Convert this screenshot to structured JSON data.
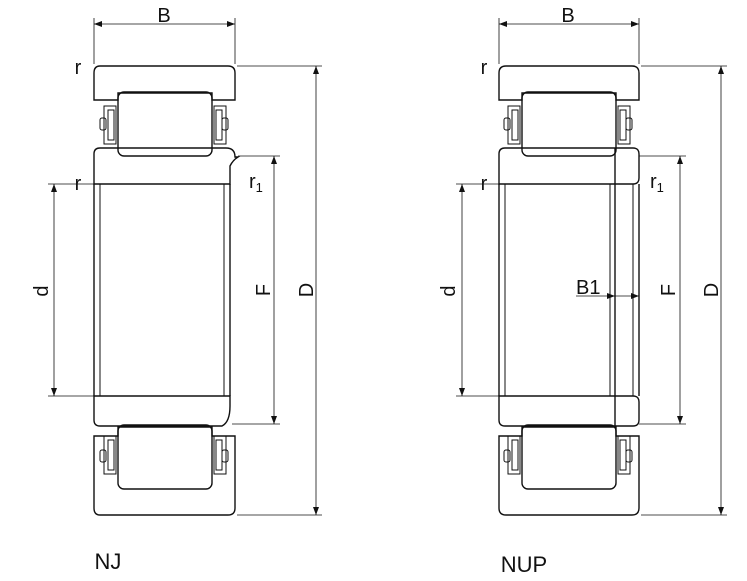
{
  "diagram": {
    "left": {
      "designation": "NJ",
      "labels": {
        "B": "B",
        "r_top": "r",
        "r_mid": "r",
        "r1": "r",
        "r1_sub": "1",
        "d": "d",
        "F": "F",
        "D": "D"
      }
    },
    "right": {
      "designation": "NUP",
      "labels": {
        "B": "B",
        "r_top": "r",
        "r_mid": "r",
        "r1": "r",
        "r1_sub": "1",
        "d": "d",
        "B1": "B1",
        "F": "F",
        "D": "D"
      }
    }
  }
}
